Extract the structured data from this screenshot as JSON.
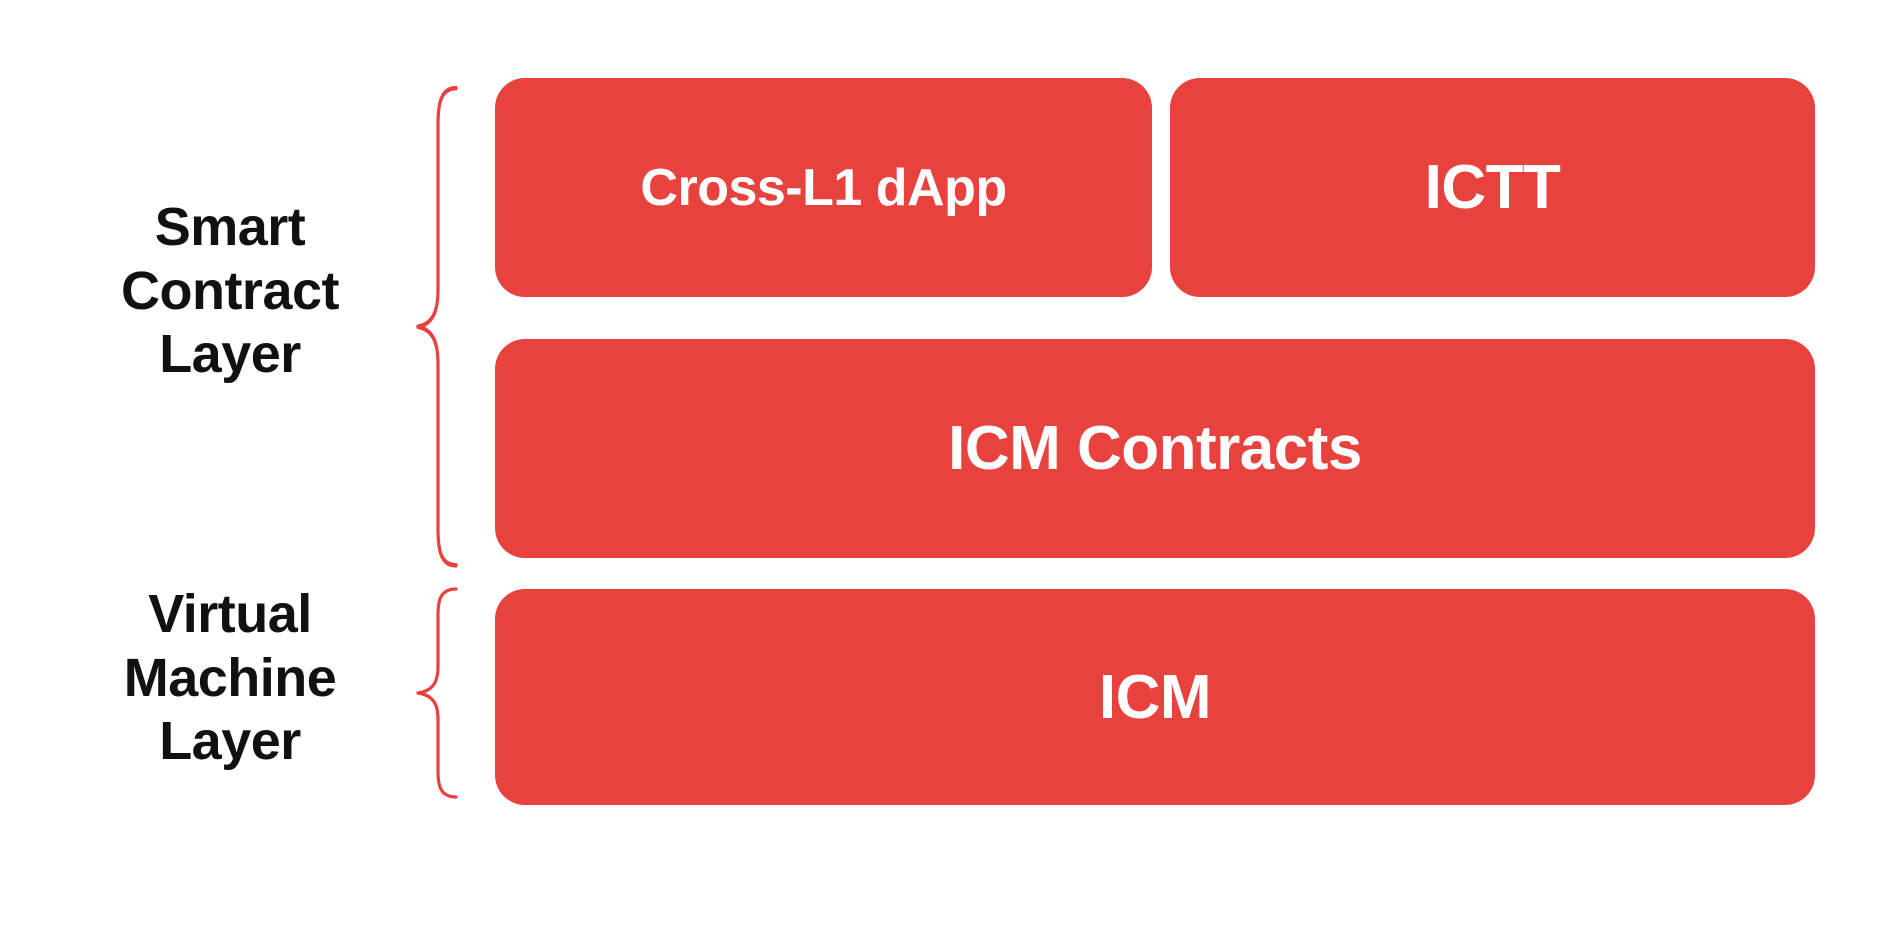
{
  "diagram": {
    "title": "Smart Contract Layer and Virtual Machine Layer stack",
    "background_color": "#FFFFFF",
    "accent_color": "#E8423F",
    "box_text_color": "#FFFFFF",
    "label_text_color": "#111111",
    "layers": [
      {
        "id": "smart-contract-layer",
        "label": "Smart\nContract\nLayer",
        "brace": "left-curly-brace",
        "rows": [
          {
            "id": "row-apps",
            "boxes": [
              {
                "id": "cross-l1-dapp",
                "label": "Cross-L1 dApp"
              },
              {
                "id": "ictt",
                "label": "ICTT"
              }
            ]
          },
          {
            "id": "row-contracts",
            "boxes": [
              {
                "id": "icm-contracts",
                "label": "ICM Contracts"
              }
            ]
          }
        ]
      },
      {
        "id": "virtual-machine-layer",
        "label": "Virtual\nMachine\nLayer",
        "brace": "left-curly-brace",
        "rows": [
          {
            "id": "row-vm",
            "boxes": [
              {
                "id": "icm",
                "label": "ICM"
              }
            ]
          }
        ]
      }
    ]
  }
}
